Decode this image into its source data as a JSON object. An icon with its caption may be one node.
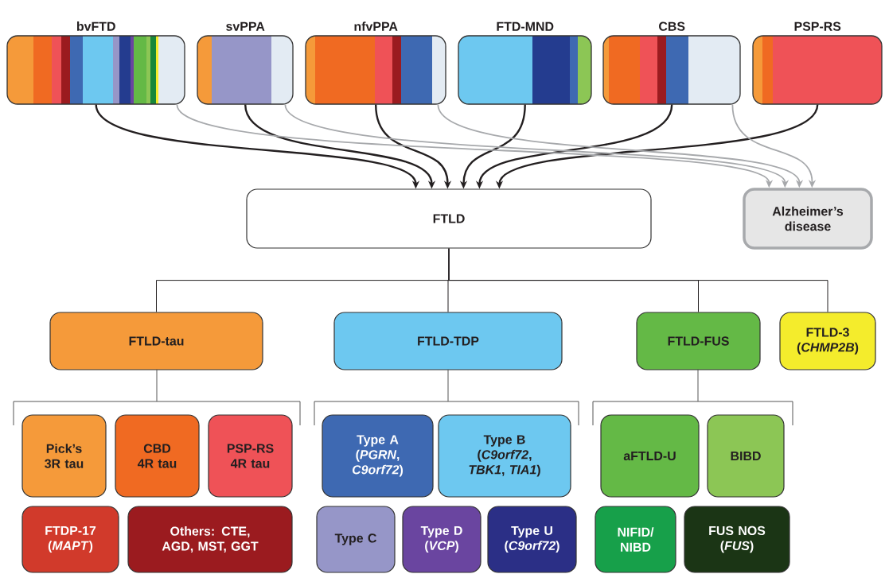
{
  "diagram": {
    "nodes": [
      {
        "text": [
          "bvFTD"
        ]
      },
      {
        "text": [
          "svPPA"
        ]
      },
      {
        "text": [
          "nfvPPA"
        ]
      },
      {
        "text": [
          "FTD-MND"
        ]
      },
      {
        "text": [
          "CBS"
        ]
      },
      {
        "text": [
          "PSP-RS"
        ]
      },
      {
        "text": [
          "FTLD"
        ]
      },
      {
        "text": [
          "Alzheimer’s disease"
        ]
      },
      {
        "text": [
          "FTLD-tau"
        ]
      },
      {
        "text": [
          "FTLD-TDP"
        ]
      },
      {
        "text": [
          "FTLD-FUS"
        ]
      },
      {
        "text": [
          "FTLD-3 (*CHMP2B*)"
        ]
      },
      {
        "text": [
          "Pick’s 3R tau"
        ]
      },
      {
        "text": [
          "CBD 4R tau"
        ]
      },
      {
        "text": [
          "PSP-RS 4R tau"
        ]
      },
      {
        "text": [
          "FTDP-17 (*MAPT*)"
        ]
      },
      {
        "text": [
          "Others: CTE, AGD, MST, GGT"
        ]
      },
      {
        "text": [
          "Type A (*PGRN*, *C9orf72*)"
        ]
      },
      {
        "text": [
          "Type B (*C9orf72*, *TBK1*, *TIA1*)"
        ]
      },
      {
        "text": [
          "Type C"
        ]
      },
      {
        "text": [
          "Type D (*VCP*)"
        ]
      },
      {
        "text": [
          "Type U (*C9orf72*)"
        ]
      },
      {
        "text": [
          "aFTLD-U"
        ]
      },
      {
        "text": [
          "BIBD"
        ]
      },
      {
        "text": [
          "NIFID/ NIBD"
        ]
      },
      {
        "text": [
          "FUS NOS (*FUS*)"
        ]
      }
    ],
    "edges": [
      {
        "from": 0,
        "to": 6,
        "arrow": "to"
      },
      {
        "from": 1,
        "to": 6,
        "arrow": "to"
      },
      {
        "from": 2,
        "to": 6,
        "arrow": "to"
      },
      {
        "from": 3,
        "to": 6,
        "arrow": "to"
      },
      {
        "from": 4,
        "to": 6,
        "arrow": "to"
      },
      {
        "from": 5,
        "to": 6,
        "arrow": "to"
      },
      {
        "from": 0,
        "to": 7,
        "arrow": "to",
        "color": "#a7a9ac"
      },
      {
        "from": 1,
        "to": 7,
        "arrow": "to",
        "color": "#a7a9ac"
      },
      {
        "from": 2,
        "to": 7,
        "arrow": "to",
        "color": "#a7a9ac"
      },
      {
        "from": 4,
        "to": 7,
        "arrow": "to",
        "color": "#a7a9ac"
      },
      {
        "from": 6,
        "to": 8,
        "arrow": "none"
      },
      {
        "from": 6,
        "to": 9,
        "arrow": "none"
      },
      {
        "from": 6,
        "to": 10,
        "arrow": "none"
      },
      {
        "from": 6,
        "to": 11,
        "arrow": "none"
      }
    ]
  }
}
